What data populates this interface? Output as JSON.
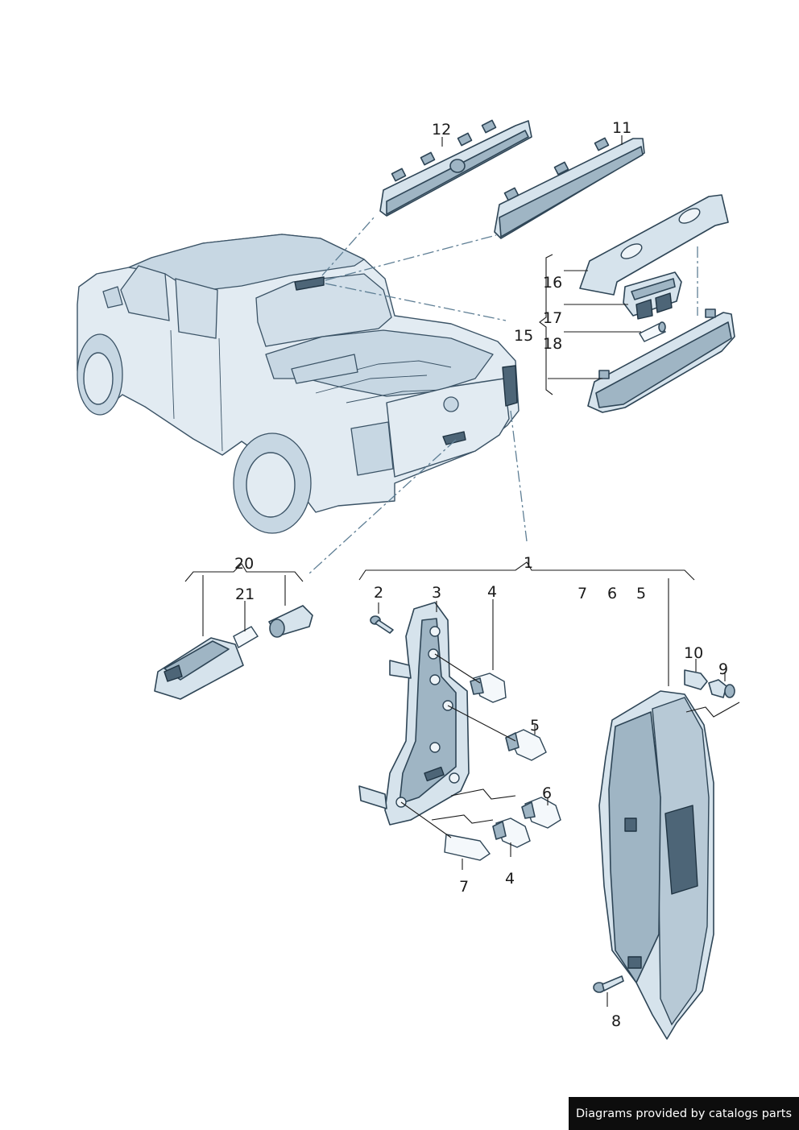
{
  "callouts": {
    "c1": "1",
    "c2": "2",
    "c3": "3",
    "c4a": "4",
    "c4b": "4",
    "c5a": "5",
    "c5b": "5",
    "c6a": "6",
    "c6b": "6",
    "c7a": "7",
    "c7b": "7",
    "c8": "8",
    "c9": "9",
    "c10": "10",
    "c11": "11",
    "c12": "12",
    "c15": "15",
    "c16": "16",
    "c17": "17",
    "c18": "18",
    "c20": "20",
    "c21": "21"
  },
  "footer": {
    "credit": "Diagrams provided by catalogs parts"
  },
  "colors": {
    "part_fill": "#d6e3ec",
    "outline": "#2e4556",
    "footer_bg": "#0d0d0d"
  }
}
